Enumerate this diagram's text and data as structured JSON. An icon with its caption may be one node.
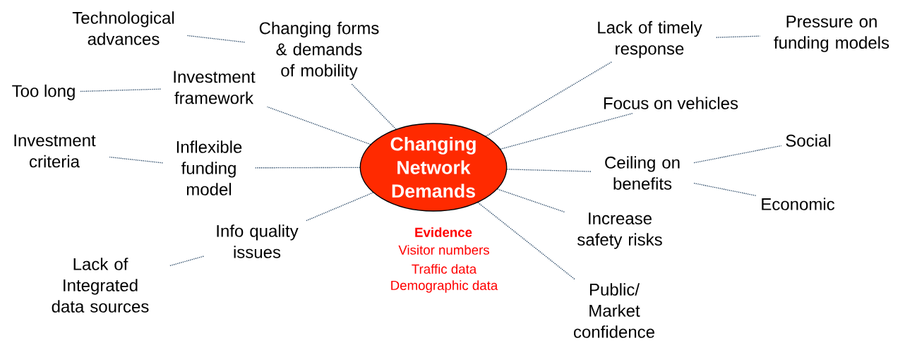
{
  "diagram": {
    "nodes": [
      {
        "text": [
          "Changing Network Demands"
        ]
      },
      {
        "text": [
          "Changing forms & demands of mobility"
        ]
      },
      {
        "text": [
          "Technological advances"
        ]
      },
      {
        "text": [
          "Investment framework"
        ]
      },
      {
        "text": [
          "Too long"
        ]
      },
      {
        "text": [
          "Inflexible funding model"
        ]
      },
      {
        "text": [
          "Investment criteria"
        ]
      },
      {
        "text": [
          "Info quality issues"
        ]
      },
      {
        "text": [
          "Lack of Integrated data sources"
        ]
      },
      {
        "text": [
          "Lack of timely response"
        ]
      },
      {
        "text": [
          "Pressure on funding models"
        ]
      },
      {
        "text": [
          "Focus on vehicles"
        ]
      },
      {
        "text": [
          "Ceiling on benefits"
        ]
      },
      {
        "text": [
          "Social"
        ]
      },
      {
        "text": [
          "Economic"
        ]
      },
      {
        "text": [
          "Increase safety risks"
        ]
      },
      {
        "text": [
          "Public/ Market confidence"
        ]
      }
    ],
    "edges": [
      {
        "from": 0,
        "to": 1,
        "arrow": "none"
      },
      {
        "from": 0,
        "to": 3,
        "arrow": "none"
      },
      {
        "from": 0,
        "to": 5,
        "arrow": "none"
      },
      {
        "from": 0,
        "to": 7,
        "arrow": "none"
      },
      {
        "from": 0,
        "to": 9,
        "arrow": "none"
      },
      {
        "from": 0,
        "to": 11,
        "arrow": "none"
      },
      {
        "from": 0,
        "to": 12,
        "arrow": "none"
      },
      {
        "from": 0,
        "to": 15,
        "arrow": "none"
      },
      {
        "from": 0,
        "to": 16,
        "arrow": "none"
      },
      {
        "from": 1,
        "to": 2,
        "arrow": "none"
      },
      {
        "from": 3,
        "to": 4,
        "arrow": "none"
      },
      {
        "from": 5,
        "to": 6,
        "arrow": "none"
      },
      {
        "from": 7,
        "to": 8,
        "arrow": "none"
      },
      {
        "from": 9,
        "to": 10,
        "arrow": "none"
      },
      {
        "from": 12,
        "to": 13,
        "arrow": "none"
      },
      {
        "from": 12,
        "to": 14,
        "arrow": "none"
      }
    ],
    "labels": [
      "Evidence",
      "Visitor numbers",
      "Traffic data",
      "Demographic data"
    ]
  }
}
